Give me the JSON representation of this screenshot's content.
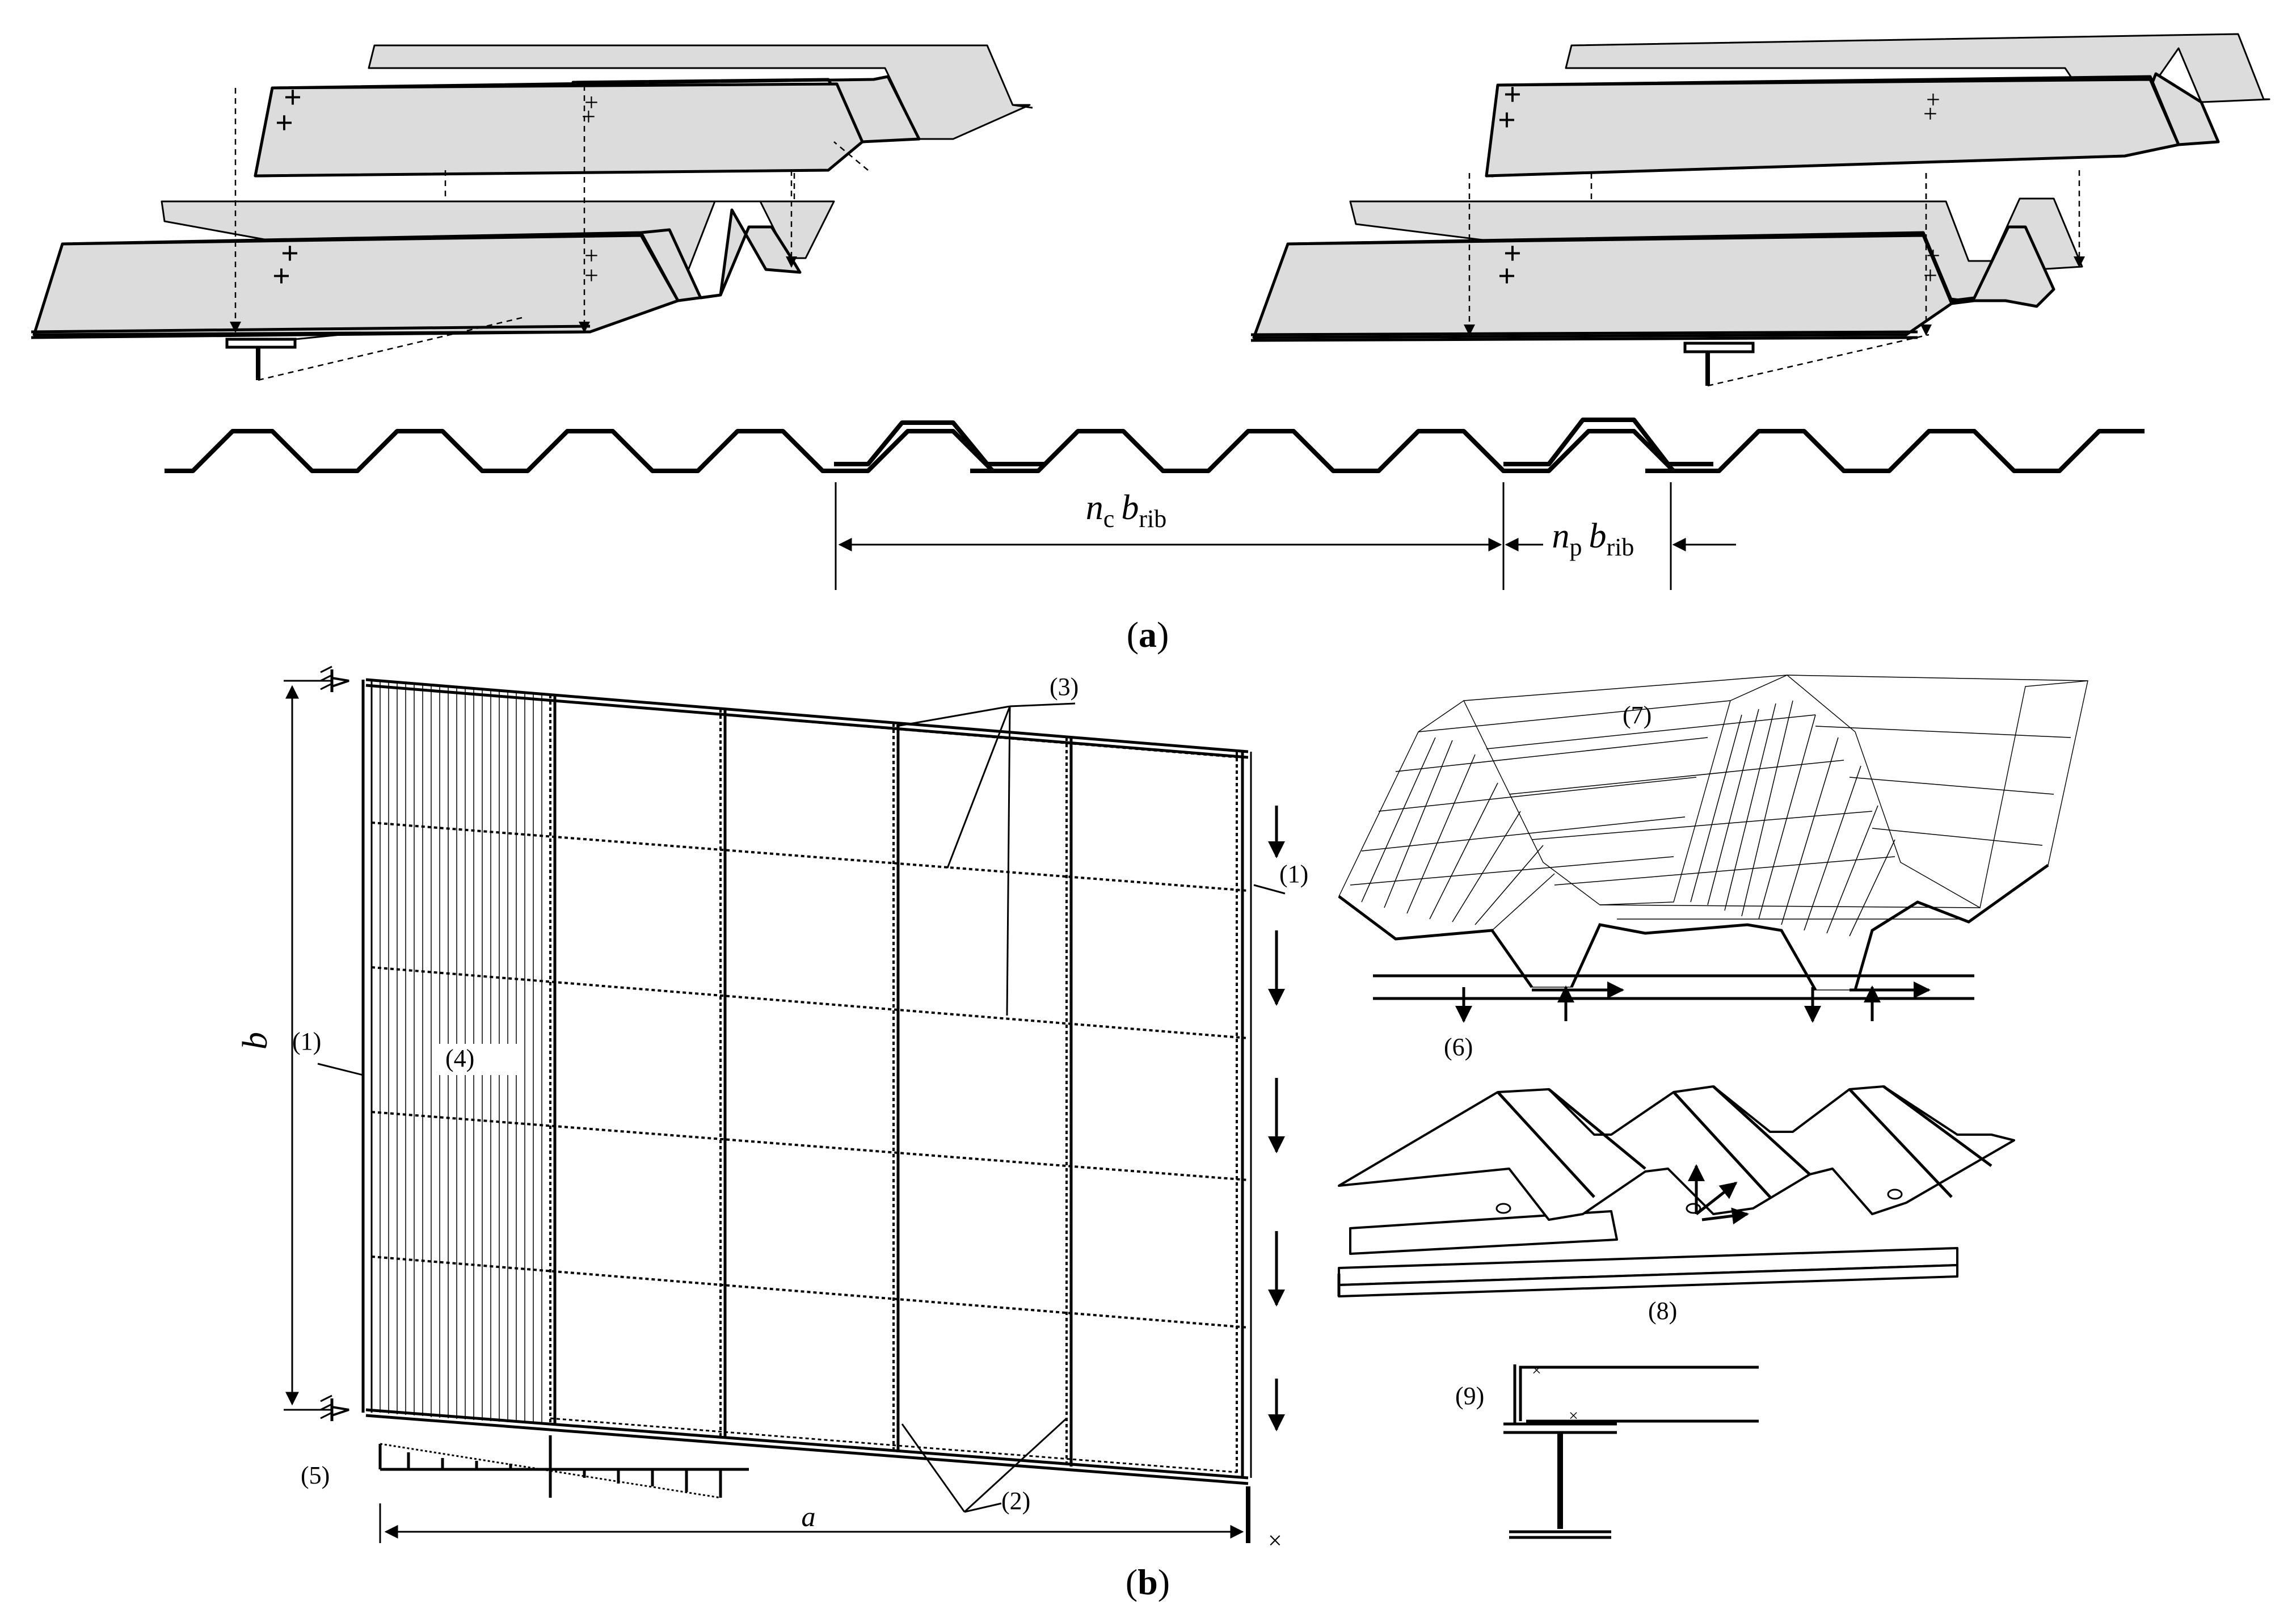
{
  "figure": {
    "panel_a_label": "a",
    "panel_b_label": "b",
    "dimension_nc": {
      "symbol": "n",
      "subscript": "c",
      "symbol2": "b",
      "subscript2": "rib"
    },
    "dimension_np": {
      "symbol": "n",
      "subscript": "p",
      "symbol2": "b",
      "subscript2": "rib"
    },
    "callouts": {
      "c1_left": "(1)",
      "c1_right": "(1)",
      "c2": "(2)",
      "c3": "(3)",
      "c4": "(4)",
      "c5": "(5)",
      "c6": "(6)",
      "c7": "(7)",
      "c8": "(8)",
      "c9": "(9)"
    },
    "dim_a": "a",
    "dim_b": "b",
    "corner_mark": "×"
  }
}
